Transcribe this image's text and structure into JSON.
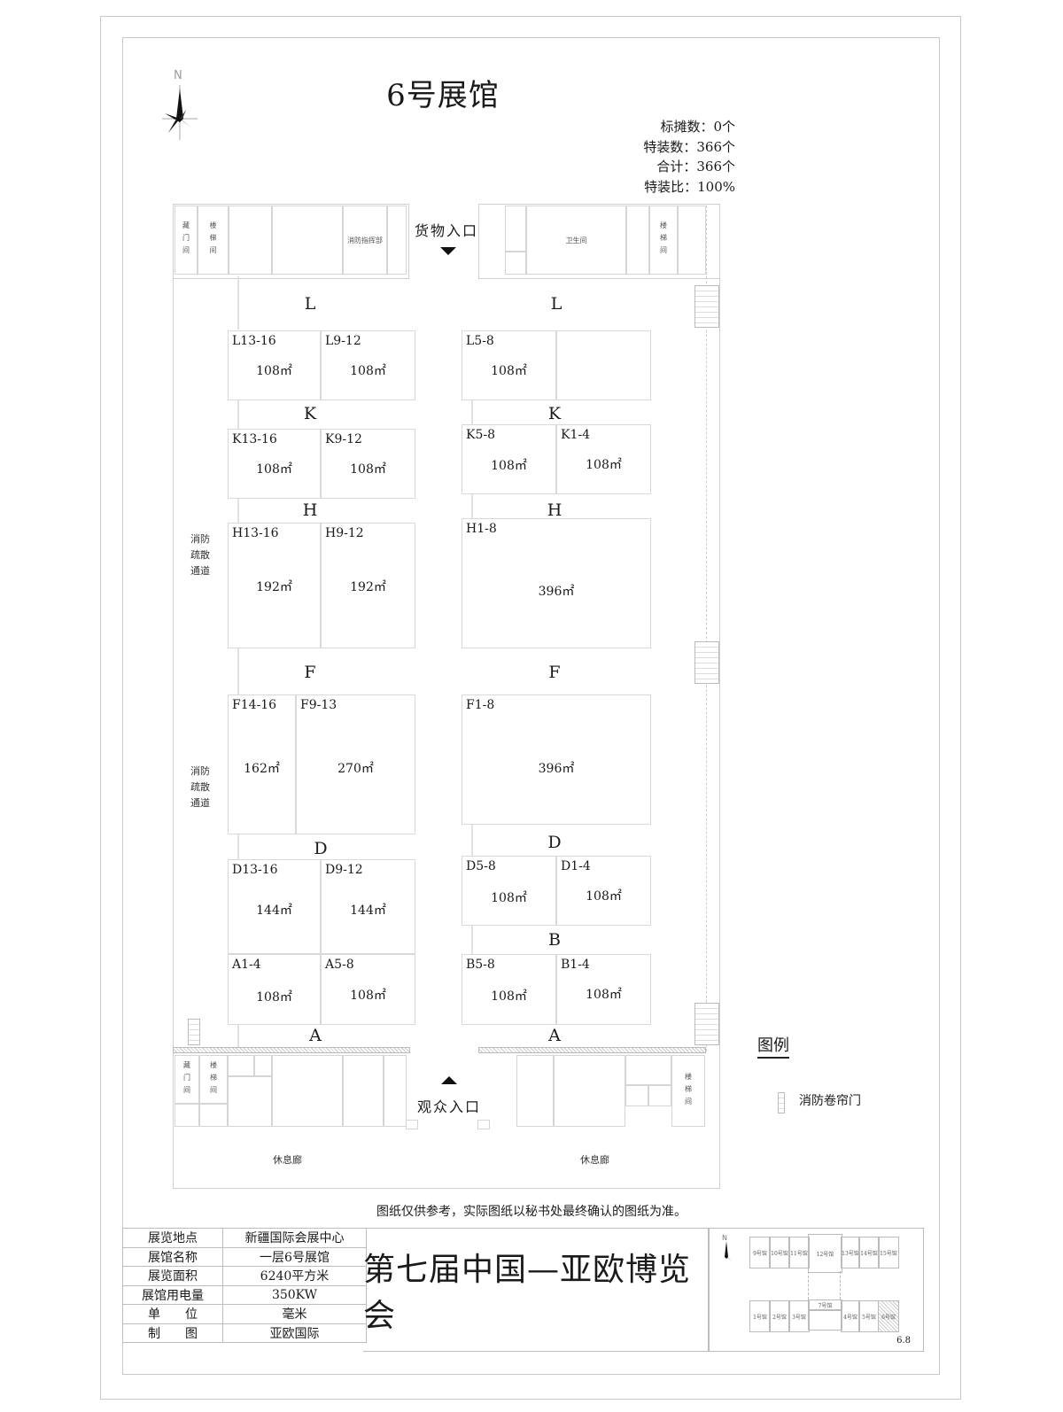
{
  "title": "6号展馆",
  "stats": {
    "standard_booths": "标摊数：0个",
    "special_booths": "特装数：366个",
    "total": "合计：366个",
    "special_ratio": "特装比：100%"
  },
  "compass": {
    "label": "N"
  },
  "entrances": {
    "cargo": "货物入口",
    "audience": "观众入口"
  },
  "top_rooms": [
    {
      "label": "藏门间"
    },
    {
      "label": "楼梯间"
    },
    {
      "label": ""
    },
    {
      "label": ""
    },
    {
      "label": "消防指挥部"
    },
    {
      "label": "卫生间"
    },
    {
      "label": "楼梯间"
    }
  ],
  "bottom_rooms": [
    {
      "label": "藏门间"
    },
    {
      "label": "楼梯间"
    },
    {
      "label": "楼梯间"
    }
  ],
  "rest_corridor": {
    "left": "休息廊",
    "right": "休息廊"
  },
  "fire_exit_notes": [
    "消防疏散通道",
    "消防疏散通道"
  ],
  "aisles": {
    "L": "L",
    "K": "K",
    "H": "H",
    "F": "F",
    "D": "D",
    "B": "B",
    "A": "A"
  },
  "booths": [
    {
      "id": "L13-16",
      "area": "108㎡"
    },
    {
      "id": "L9-12",
      "area": "108㎡"
    },
    {
      "id": "L5-8",
      "area": "108㎡"
    },
    {
      "id": "",
      "area": ""
    },
    {
      "id": "K13-16",
      "area": "108㎡"
    },
    {
      "id": "K9-12",
      "area": "108㎡"
    },
    {
      "id": "K5-8",
      "area": "108㎡"
    },
    {
      "id": "K1-4",
      "area": "108㎡"
    },
    {
      "id": "H13-16",
      "area": "192㎡"
    },
    {
      "id": "H9-12",
      "area": "192㎡"
    },
    {
      "id": "H1-8",
      "area": "396㎡"
    },
    {
      "id": "F14-16",
      "area": "162㎡"
    },
    {
      "id": "F9-13",
      "area": "270㎡"
    },
    {
      "id": "F1-8",
      "area": "396㎡"
    },
    {
      "id": "D13-16",
      "area": "144㎡"
    },
    {
      "id": "D9-12",
      "area": "144㎡"
    },
    {
      "id": "D5-8",
      "area": "108㎡"
    },
    {
      "id": "D1-4",
      "area": "108㎡"
    },
    {
      "id": "A1-4",
      "area": "108㎡"
    },
    {
      "id": "A5-8",
      "area": "108㎡"
    },
    {
      "id": "B5-8",
      "area": "108㎡"
    },
    {
      "id": "B1-4",
      "area": "108㎡"
    }
  ],
  "legend": {
    "title": "图例",
    "items": [
      {
        "icon": "fire-shutter-door-icon",
        "label": "消防卷帘门"
      }
    ]
  },
  "disclaimer": "图纸仅供参考，实际图纸以秘书处最终确认的图纸为准。",
  "info_table": [
    {
      "key": "展览地点",
      "value": "新疆国际会展中心"
    },
    {
      "key": "展馆名称",
      "value": "一层6号展馆"
    },
    {
      "key": "展览面积",
      "value": "6240平方米"
    },
    {
      "key": "展馆用电量",
      "value": "350KW"
    },
    {
      "key": "单　　位",
      "value": "毫米"
    },
    {
      "key": "制　　图",
      "value": "亚欧国际"
    }
  ],
  "expo_name": "第七届中国—亚欧博览会",
  "minimap": {
    "north": "N",
    "top_row": [
      "9号馆",
      "10号馆",
      "11号馆",
      "12号馆",
      "13号馆",
      "14号馆",
      "15号馆"
    ],
    "bottom_row": [
      "1号馆",
      "2号馆",
      "3号馆",
      "7号馆",
      "4号馆",
      "5号馆",
      "6号馆"
    ],
    "highlight": "6号馆",
    "page": "6.8"
  }
}
